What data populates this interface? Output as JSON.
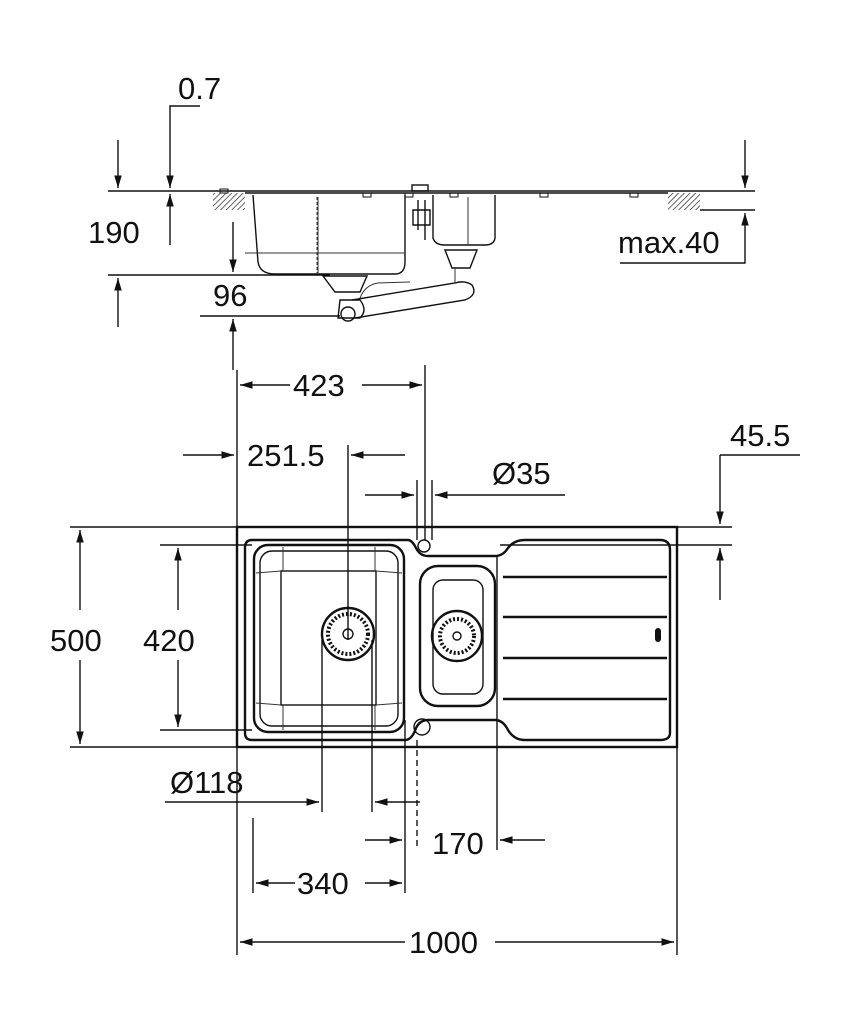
{
  "title": "Sink dimension drawing",
  "side_view": {
    "thickness": "0.7",
    "depth": "190",
    "drain_height": "96",
    "worktop_max": "max.40"
  },
  "top_view": {
    "tap_offset": "423",
    "bowl_center": "251.5",
    "tap_hole_diameter": "Ø35",
    "edge_offset": "45.5",
    "total_depth": "500",
    "bowl_depth": "420",
    "waste_diameter": "Ø118",
    "small_bowl_width": "170",
    "bowl_width": "340",
    "total_width": "1000"
  },
  "colors": {
    "line": "#111111",
    "background": "#ffffff"
  }
}
